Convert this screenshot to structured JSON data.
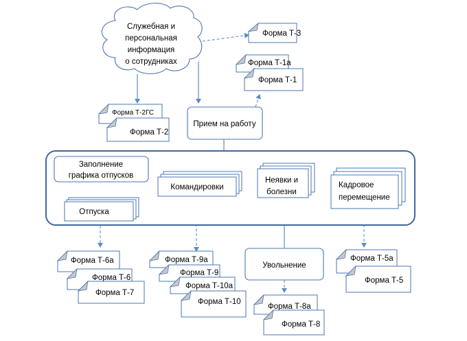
{
  "cloud": {
    "lines": [
      "Служебная и",
      "персональная",
      "информация",
      "о сотрудниках"
    ]
  },
  "forms": {
    "t3": "Форма Т-3",
    "t1a": "Форма Т-1а",
    "t1": "Форма Т-1",
    "t2gs": "Форма Т-2ГС",
    "t2": "Форма Т-2",
    "t6a": "Форма Т-6а",
    "t6": "Форма Т-6",
    "t7": "Форма Т-7",
    "t9a": "Форма Т-9а",
    "t9": "Форма Т-9",
    "t10a": "Форма Т-10а",
    "t10": "Форма Т-10",
    "t8a": "Форма Т-8а",
    "t8": "Форма Т-8",
    "t5a": "Форма Т-5а",
    "t5": "Форма Т-5"
  },
  "processes": {
    "hiring": "Прием на работу",
    "vacation_schedule": [
      "Заполнение",
      "графика отпусков"
    ],
    "dismissal": "Увольнение"
  },
  "documents": {
    "vacations": "Отпуска",
    "business_trips": "Командировки",
    "absences": [
      "Неявки и",
      "болезни"
    ],
    "transfers": [
      "Кадровое",
      "перемещение"
    ]
  }
}
